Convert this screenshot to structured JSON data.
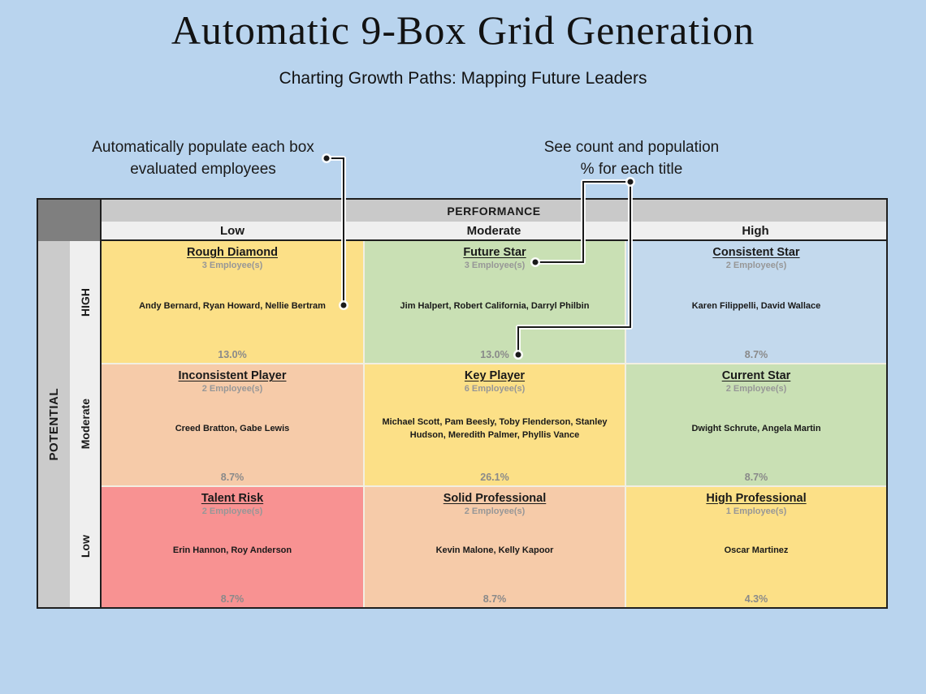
{
  "page": {
    "title": "Automatic 9-Box Grid Generation",
    "subtitle": "Charting Growth Paths: Mapping Future Leaders",
    "background_color": "#b9d4ee"
  },
  "annotations": {
    "left": {
      "line1": "Automatically populate each box",
      "line2": "evaluated employees"
    },
    "right": {
      "line1": "See count and population",
      "line2": "% for each title"
    }
  },
  "grid": {
    "x_axis_title": "PERFORMANCE",
    "y_axis_title": "POTENTIAL",
    "column_headers": [
      "Low",
      "Moderate",
      "High"
    ],
    "row_headers": [
      "HIGH",
      "Moderate",
      "Low"
    ],
    "cells": [
      {
        "row": "HIGH",
        "column": "Low",
        "title": "Rough Diamond",
        "count": "3 Employee(s)",
        "names": "Andy Bernard, Ryan Howard, Nellie Bertram",
        "percent": "13.0%",
        "color": "#fce087"
      },
      {
        "row": "HIGH",
        "column": "Moderate",
        "title": "Future Star",
        "count": "3 Employee(s)",
        "names": "Jim Halpert, Robert California, Darryl Philbin",
        "percent": "13.0%",
        "color": "#c9e0b4"
      },
      {
        "row": "HIGH",
        "column": "High",
        "title": "Consistent Star",
        "count": "2 Employee(s)",
        "names": "Karen Filippelli, David Wallace",
        "percent": "8.7%",
        "color": "#c3d9ed"
      },
      {
        "row": "Moderate",
        "column": "Low",
        "title": "Inconsistent Player",
        "count": "2 Employee(s)",
        "names": "Creed Bratton, Gabe Lewis",
        "percent": "8.7%",
        "color": "#f6cba9"
      },
      {
        "row": "Moderate",
        "column": "Moderate",
        "title": "Key Player",
        "count": "6 Employee(s)",
        "names": "Michael Scott, Pam Beesly, Toby Flenderson, Stanley Hudson, Meredith Palmer, Phyllis Vance",
        "percent": "26.1%",
        "color": "#fce087"
      },
      {
        "row": "Moderate",
        "column": "High",
        "title": "Current Star",
        "count": "2 Employee(s)",
        "names": "Dwight Schrute, Angela Martin",
        "percent": "8.7%",
        "color": "#c9e0b4"
      },
      {
        "row": "Low",
        "column": "Low",
        "title": "Talent Risk",
        "count": "2 Employee(s)",
        "names": "Erin Hannon, Roy Anderson",
        "percent": "8.7%",
        "color": "#f89292"
      },
      {
        "row": "Low",
        "column": "Moderate",
        "title": "Solid Professional",
        "count": "2 Employee(s)",
        "names": "Kevin Malone, Kelly Kapoor",
        "percent": "8.7%",
        "color": "#f6cba9"
      },
      {
        "row": "Low",
        "column": "High",
        "title": "High Professional",
        "count": "1 Employee(s)",
        "names": "Oscar Martinez",
        "percent": "4.3%",
        "color": "#fce087"
      }
    ],
    "colors": {
      "corner": "#7f7f7f",
      "performance_band": "#c9c9c9",
      "column_header_band": "#efefef",
      "potential_band": "#cbcbcb",
      "row_header_band": "#efefef",
      "grid_border": "#1f1f1f",
      "cell_separator": "#f2efe2",
      "connector_line": "#1a1a1a"
    }
  }
}
